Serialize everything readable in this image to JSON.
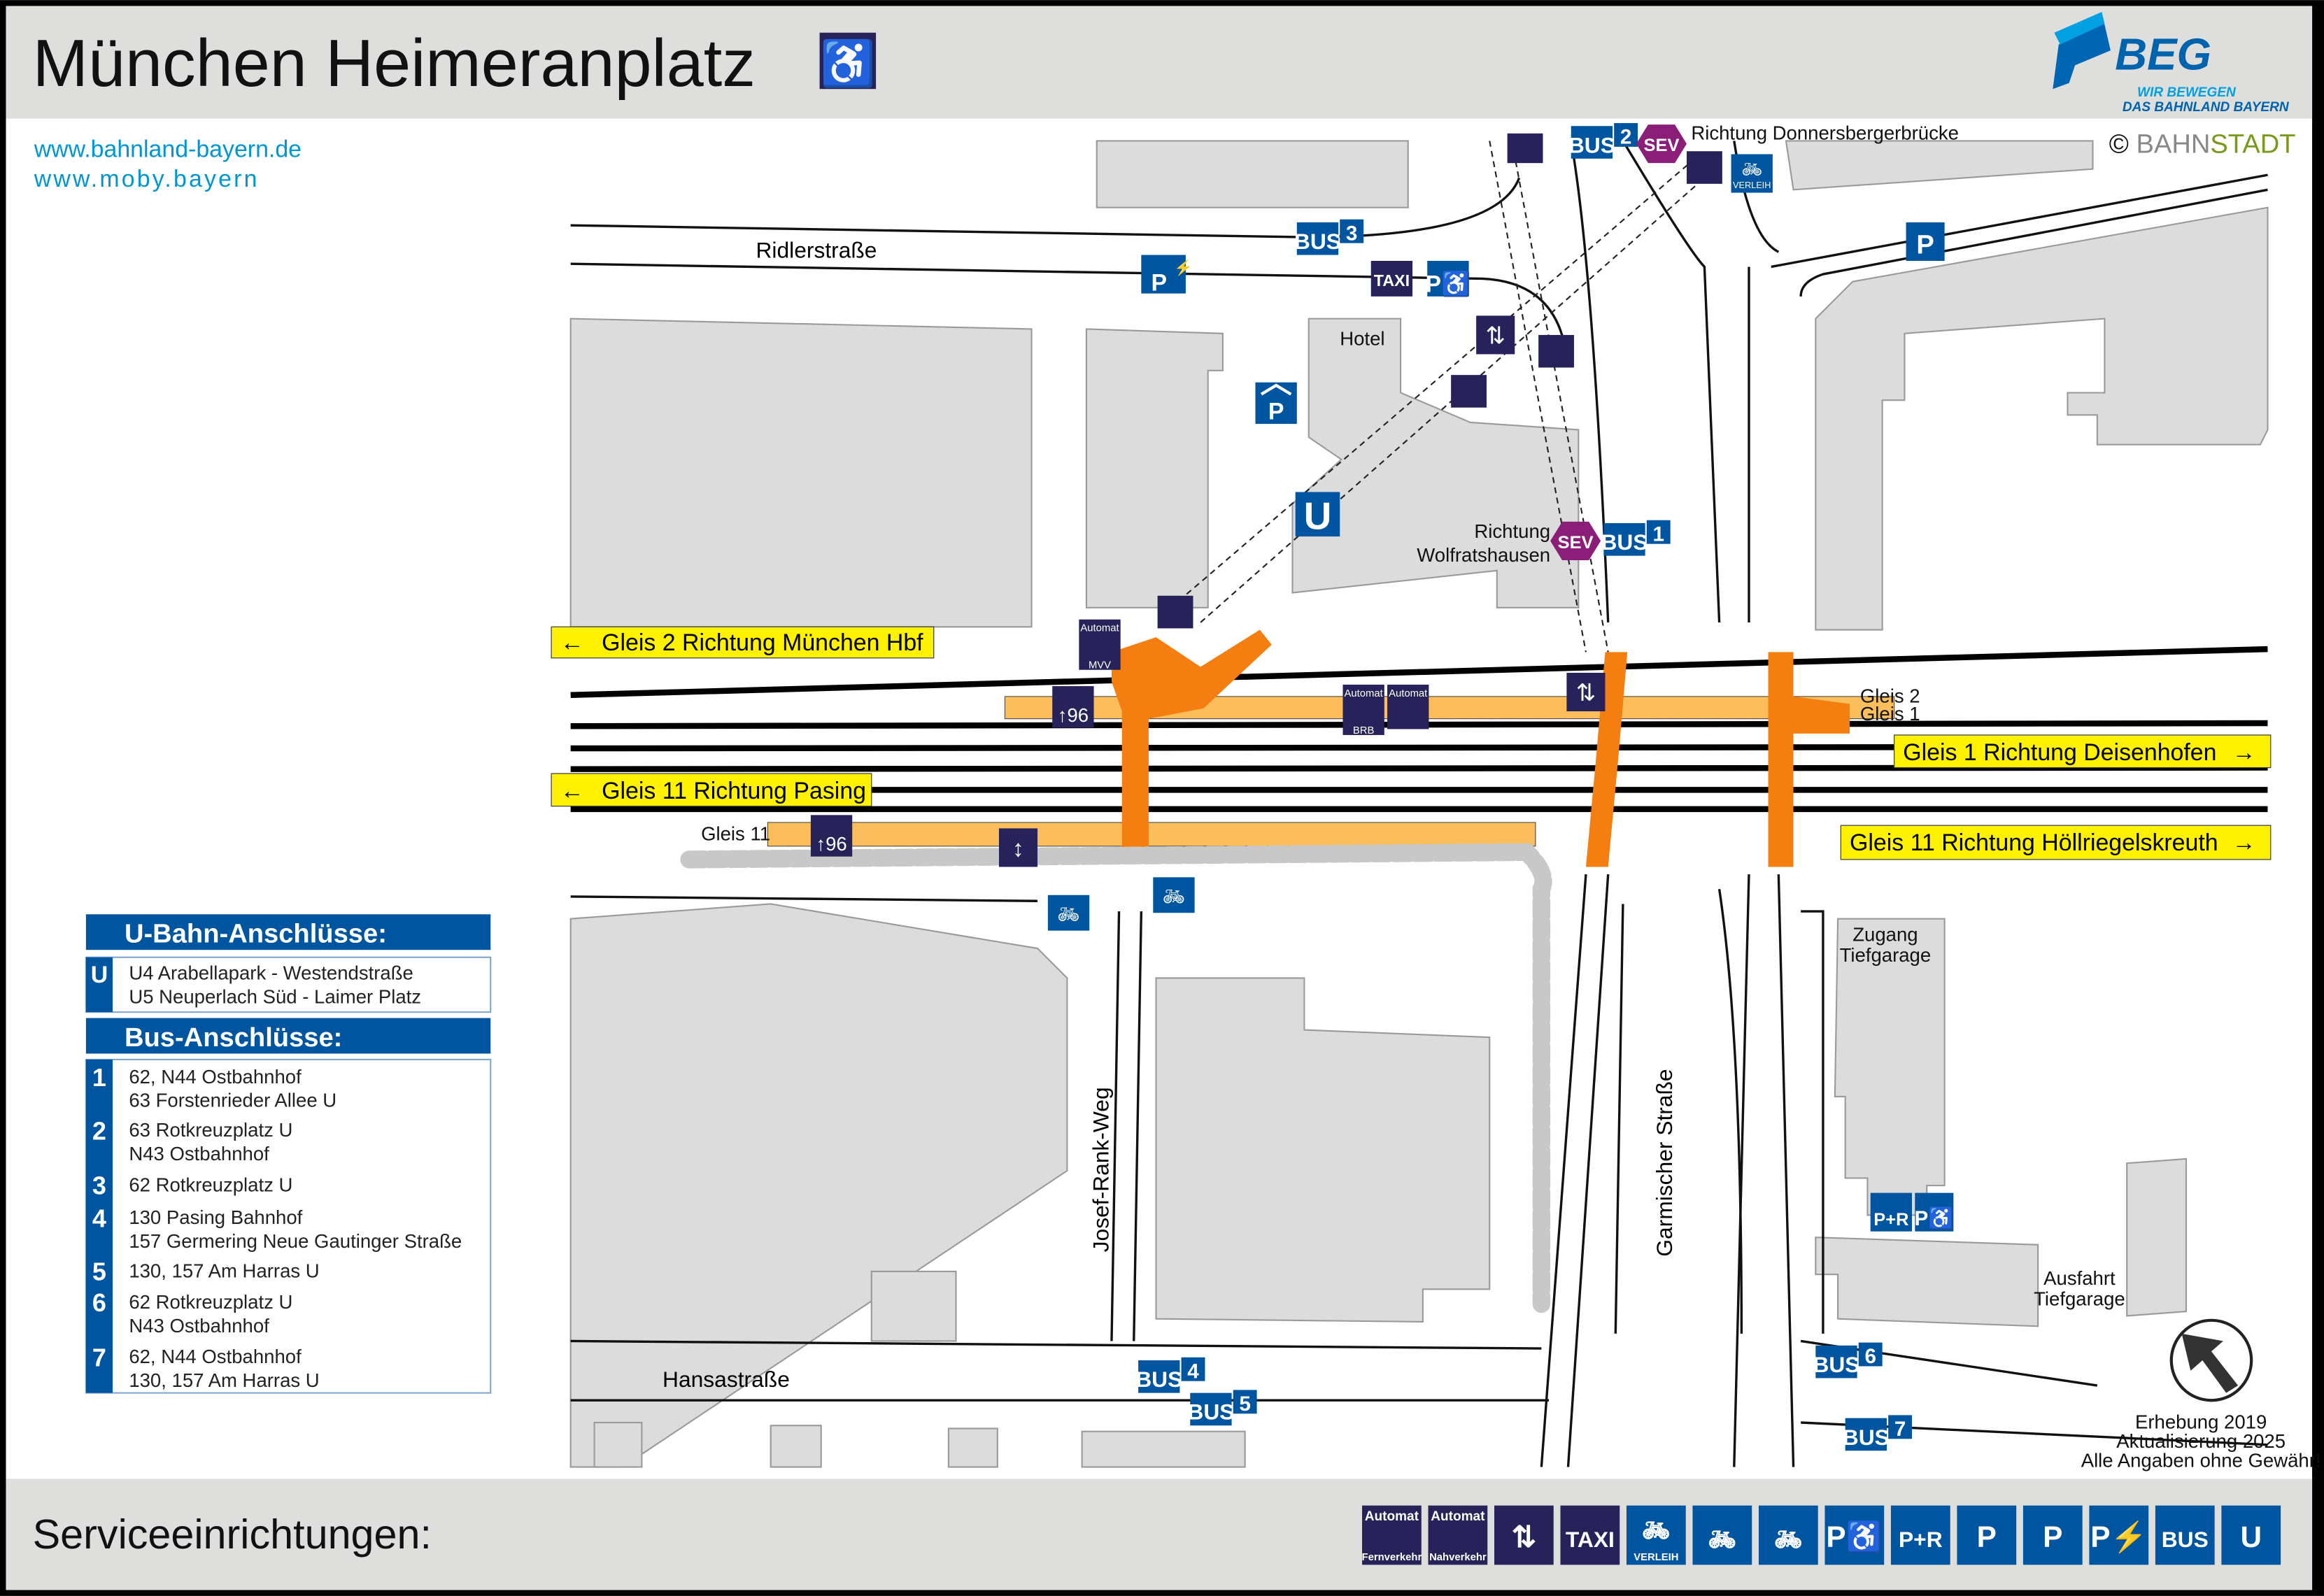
{
  "header": {
    "title": "München Heimeranplatz",
    "accessible_icon": "wheelchair-icon",
    "logo": {
      "name": "BEG",
      "tagline_1": "WIR BEWEGEN",
      "tagline_2": "DAS BAHNLAND BAYERN"
    },
    "copyright": "©",
    "copyright_brand_1": "BAHN",
    "copyright_brand_2": "STADT"
  },
  "links": [
    "www.bahnland-bayern.de",
    "www.moby.bayern"
  ],
  "colors": {
    "brand_blue": "#0055a0",
    "dark_sign": "#27235a",
    "access": "#f47f10",
    "platform": "#fbbe5a",
    "direction_label": "#fff200",
    "sev": "#8b1e78"
  },
  "map": {
    "streets": [
      "Ridlerstraße",
      "Hansastraße",
      "Josef-Rank-Weg",
      "Garmischer Straße"
    ],
    "directions": {
      "gleis2": "Gleis 2 Richtung München Hbf",
      "gleis11_west": "Gleis 11 Richtung Pasing",
      "gleis1": "Gleis 1 Richtung Deisenhofen",
      "gleis11_east": "Gleis 11 Richtung Höllriegelskreuth"
    },
    "labels": {
      "hotel": "Hotel",
      "richtung": "Richtung",
      "wolfratshausen": "Wolfratshausen",
      "donnersberger": "Richtung Donnersbergerbrücke",
      "gleis2": "Gleis 2",
      "gleis1": "Gleis 1",
      "gleis11": "Gleis 11",
      "zugang": "Zugang",
      "tiefgarage": "Tiefgarage",
      "ausfahrt": "Ausfahrt",
      "erhebung": "Erhebung 2019",
      "aktualisierung": "Aktualisierung 2025",
      "disclaimer": "Alle Angaben ohne Gewähr!"
    },
    "signs": {
      "bus": "BUS",
      "sev": "SEV",
      "taxi": "TAXI",
      "p": "P",
      "u": "U",
      "verleih": "VERLEIH",
      "automat": "Automat",
      "mvv": "MVV",
      "brb": "BRB",
      "line96": "96",
      "pr": "P+R"
    },
    "bus_stops": [
      "1",
      "2",
      "3",
      "4",
      "5",
      "6",
      "7"
    ]
  },
  "legend": {
    "ubahn_title": "U-Bahn-Anschlüsse:",
    "ubahn_symbol": "U",
    "ubahn_lines": [
      "U4 Arabellapark - Westendstraße",
      "U5 Neuperlach Süd - Laimer Platz"
    ],
    "bus_title": "Bus-Anschlüsse:",
    "bus": [
      {
        "num": "1",
        "lines": [
          "62, N44 Ostbahnhof",
          "63 Forstenrieder Allee U"
        ]
      },
      {
        "num": "2",
        "lines": [
          "63 Rotkreuzplatz U",
          "N43 Ostbahnhof"
        ]
      },
      {
        "num": "3",
        "lines": [
          "62 Rotkreuzplatz U"
        ]
      },
      {
        "num": "4",
        "lines": [
          "130 Pasing Bahnhof",
          "157 Germering Neue Gautinger Straße"
        ]
      },
      {
        "num": "5",
        "lines": [
          "130, 157 Am Harras U"
        ]
      },
      {
        "num": "6",
        "lines": [
          "62 Rotkreuzplatz U",
          "N43 Ostbahnhof"
        ]
      },
      {
        "num": "7",
        "lines": [
          "62, N44 Ostbahnhof",
          "130, 157 Am Harras U"
        ]
      }
    ]
  },
  "footer": {
    "title": "Serviceeinrichtungen:",
    "icons": [
      {
        "name": "ticket-machine-long-distance-icon",
        "top": "Automat",
        "bottom": "Fernverkehr",
        "main": "",
        "dark": true
      },
      {
        "name": "ticket-machine-regional-icon",
        "top": "Automat",
        "bottom": "Nahverkehr",
        "main": "",
        "dark": true
      },
      {
        "name": "elevator-icon",
        "top": "",
        "bottom": "",
        "main": "⇅",
        "dark": true
      },
      {
        "name": "taxi-icon",
        "top": "",
        "bottom": "",
        "main": "TAXI",
        "dark": true
      },
      {
        "name": "bike-rental-icon",
        "top": "",
        "bottom": "VERLEIH",
        "main": "🚲︎",
        "dark": false
      },
      {
        "name": "covered-bike-parking-icon",
        "top": "",
        "bottom": "",
        "main": "🚲︎",
        "dark": false
      },
      {
        "name": "bike-parking-icon",
        "top": "",
        "bottom": "",
        "main": "🚲︎",
        "dark": false
      },
      {
        "name": "accessible-parking-icon",
        "top": "",
        "bottom": "",
        "main": "P♿",
        "dark": false
      },
      {
        "name": "park-and-ride-icon",
        "top": "",
        "bottom": "",
        "main": "P+R",
        "dark": false
      },
      {
        "name": "parking-garage-icon",
        "top": "",
        "bottom": "",
        "main": "P",
        "dark": false
      },
      {
        "name": "parking-icon",
        "top": "",
        "bottom": "",
        "main": "P",
        "dark": false
      },
      {
        "name": "ev-charging-parking-icon",
        "top": "",
        "bottom": "",
        "main": "P⚡",
        "dark": false
      },
      {
        "name": "bus-icon",
        "top": "",
        "bottom": "",
        "main": "BUS",
        "dark": false
      },
      {
        "name": "ubahn-icon",
        "top": "",
        "bottom": "",
        "main": "U",
        "dark": false
      }
    ]
  }
}
